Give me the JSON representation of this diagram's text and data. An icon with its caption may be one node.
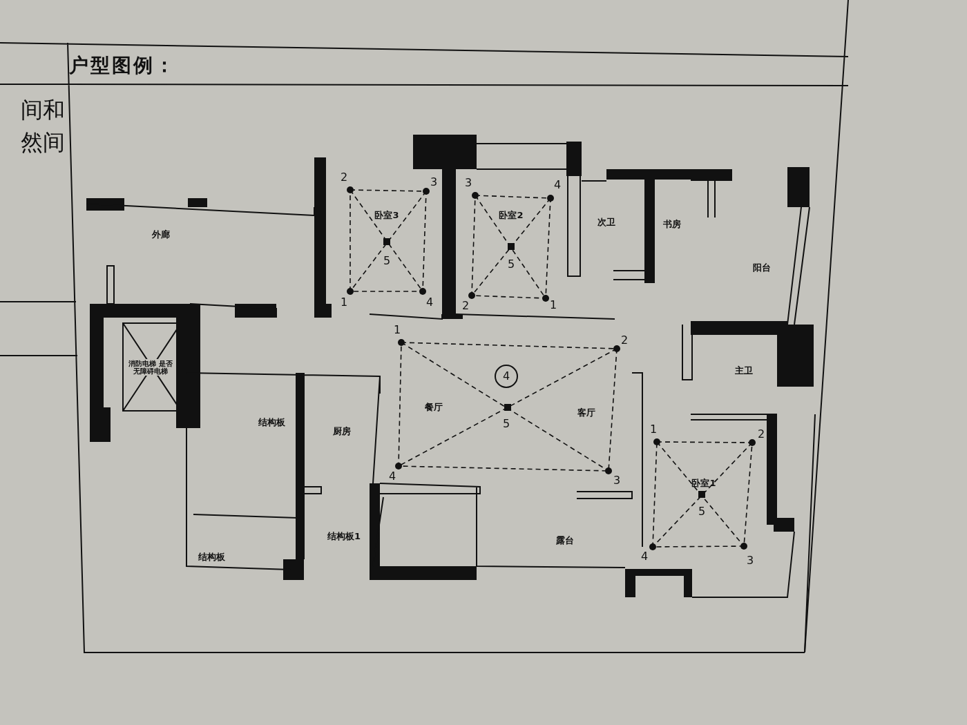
{
  "diagram": {
    "title": "户型图例：",
    "labels": [
      "间和",
      "然间",
      "卧室3",
      "卧室2",
      "次卫",
      "书房",
      "外廊",
      "阳台",
      "消防电梯 是否无障碍电梯",
      "主卫",
      "4",
      "餐厅",
      "客厅",
      "结构板",
      "厨房",
      "卧室1",
      "露台",
      "结构板1",
      "结构板",
      "2",
      "3",
      "5",
      "1",
      "4",
      "3",
      "4",
      "5",
      "2",
      "1",
      "1",
      "2",
      "5",
      "4",
      "3",
      "1",
      "2",
      "5",
      "4",
      "3"
    ]
  }
}
